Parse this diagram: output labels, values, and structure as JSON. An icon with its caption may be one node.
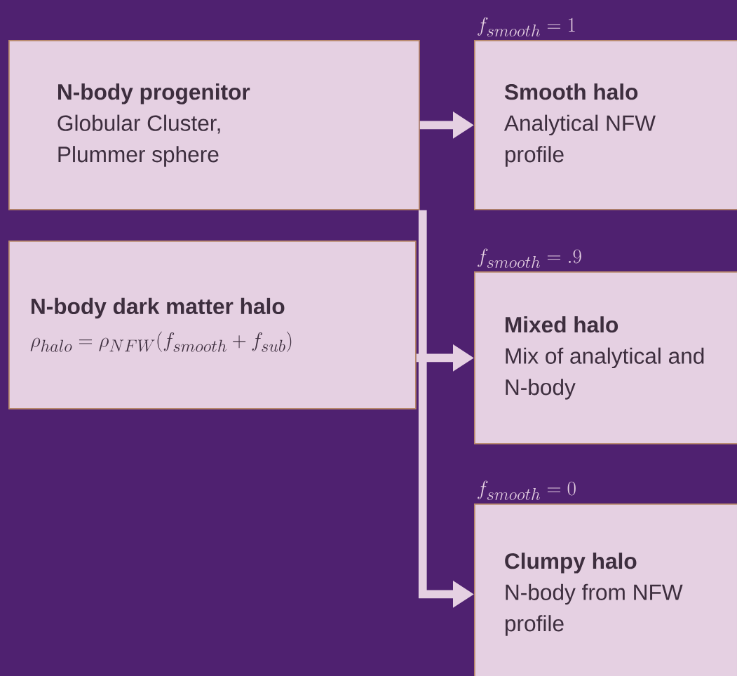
{
  "diagram": {
    "nodes": [
      {
        "text": [
          "N-body progenitor",
          "Globular Cluster, Plummer sphere"
        ]
      },
      {
        "text": [
          "N-body dark matter halo",
          "\\rho_{halo} = \\rho_{NFW}(f_{smooth} + f_{sub})"
        ]
      },
      {
        "text": [
          "Smooth halo",
          "Analytical NFW profile"
        ],
        "beside": [
          "f_{smooth} = 1"
        ]
      },
      {
        "text": [
          "Mixed halo",
          "Mix of analytical and N-body"
        ],
        "beside": [
          "f_{smooth} = .9"
        ]
      },
      {
        "text": [
          "Clumpy halo",
          "N-body from NFW profile"
        ],
        "beside": [
          "f_{smooth} = 0"
        ]
      }
    ],
    "edges": [
      {
        "from": 0,
        "to": 2,
        "arrow": "to"
      },
      {
        "from": 1,
        "to": 3,
        "arrow": "to"
      },
      {
        "from": 0,
        "to": 4,
        "arrow": "to"
      }
    ]
  }
}
